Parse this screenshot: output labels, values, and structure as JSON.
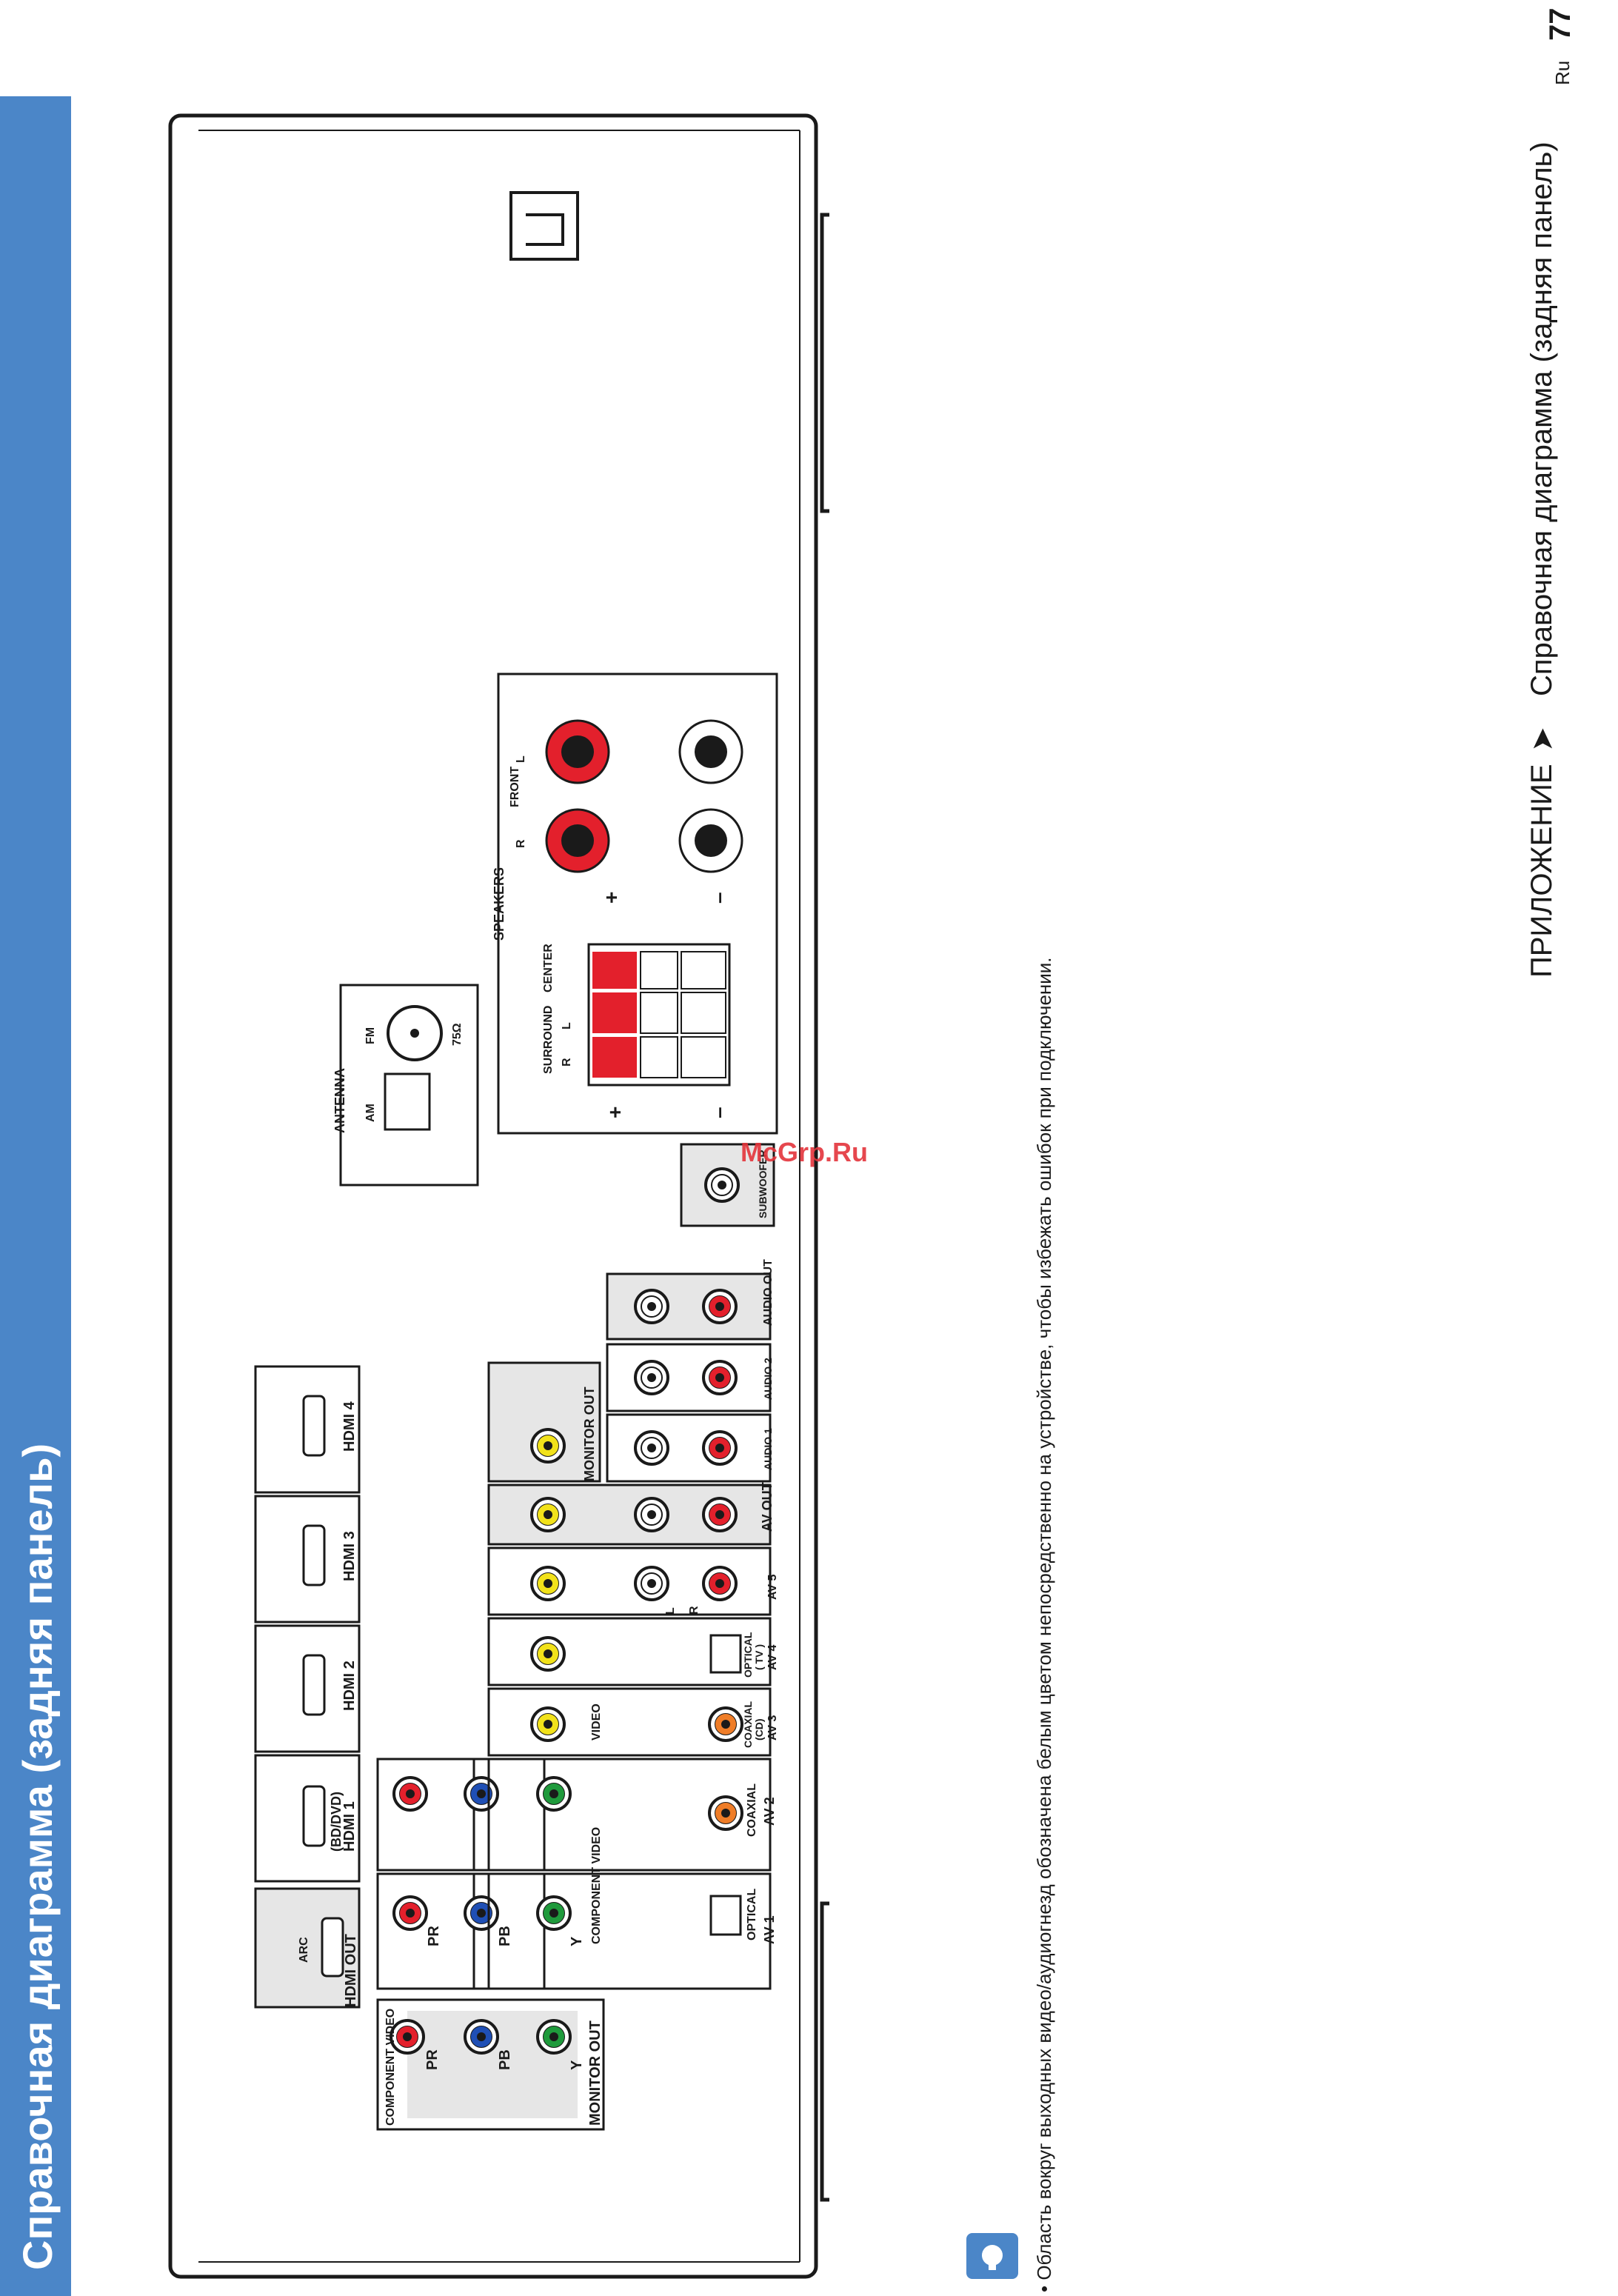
{
  "sidebar": {
    "title": "Справочная диаграмма (задняя панель)"
  },
  "note": "• Область вокруг выходных видео/аудиогнезд обозначена белым цветом непосредственно на устройстве, чтобы избежать ошибок при подключении.",
  "footer": {
    "section": "ПРИЛОЖЕНИЕ",
    "arrow": "➤",
    "title": "Справочная диаграмма (задняя панель)",
    "lang": "Ru",
    "page": "77"
  },
  "watermark": "McGrp.Ru",
  "colors": {
    "sidebar": "#4b86c8",
    "red": "#e3202c",
    "blue": "#1f4fb5",
    "green": "#1f9a3c",
    "yellow": "#f2e21a",
    "orange": "#ef7d28",
    "shade": "#e6e6e6"
  },
  "panel": {
    "hdmi_out": {
      "label": "HDMI OUT",
      "arc": "ARC"
    },
    "hdmi_inputs": [
      {
        "label": "HDMI 1",
        "sub": "(BD/DVD)"
      },
      {
        "label": "HDMI 2",
        "sub": ""
      },
      {
        "label": "HDMI 3",
        "sub": ""
      },
      {
        "label": "HDMI 4",
        "sub": ""
      }
    ],
    "component_monitor_out": {
      "label": "MONITOR OUT",
      "group": "COMPONENT VIDEO",
      "pr": "PR",
      "pb": "PB",
      "y": "Y"
    },
    "component_in": {
      "group": "COMPONENT VIDEO",
      "pr": "PR",
      "pb": "PB",
      "y": "Y"
    },
    "av1": {
      "label": "AV 1",
      "port": "OPTICAL"
    },
    "av2": {
      "label": "AV 2",
      "port": "COAXIAL"
    },
    "av3": {
      "label": "AV 3",
      "port": "COAXIAL",
      "sub": "(CD)",
      "video": "VIDEO"
    },
    "av4": {
      "label": "AV 4",
      "port": "OPTICAL",
      "sub": "( TV )"
    },
    "av5": {
      "label": "AV 5",
      "l": "L",
      "r": "R"
    },
    "av_out": {
      "label": "AV OUT"
    },
    "monitor_out": {
      "label": "MONITOR OUT"
    },
    "audio1": {
      "label": "AUDIO 1"
    },
    "audio2": {
      "label": "AUDIO 2"
    },
    "audio_out": {
      "label": "AUDIO OUT"
    },
    "subwoofer": {
      "label": "SUBWOOFER"
    },
    "antenna": {
      "label": "ANTENNA",
      "am": "AM",
      "fm": "FM",
      "ohm": "75Ω"
    },
    "speakers": {
      "label": "SPEAKERS",
      "surround": "SURROUND",
      "center": "CENTER",
      "front": "FRONT",
      "r": "R",
      "l": "L",
      "plus": "+",
      "minus": "–"
    }
  }
}
